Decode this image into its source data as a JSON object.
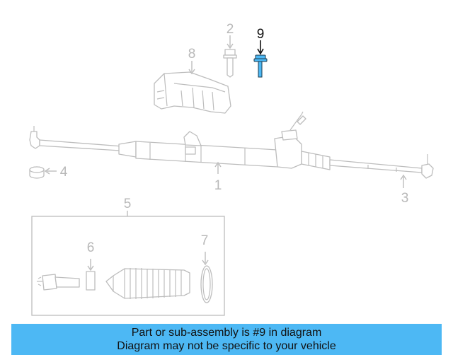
{
  "diagram": {
    "highlighted_part": "9",
    "callouts": [
      {
        "id": "1",
        "label": "1"
      },
      {
        "id": "2",
        "label": "2"
      },
      {
        "id": "3",
        "label": "3"
      },
      {
        "id": "4",
        "label": "4"
      },
      {
        "id": "5",
        "label": "5"
      },
      {
        "id": "6",
        "label": "6"
      },
      {
        "id": "7",
        "label": "7"
      },
      {
        "id": "8",
        "label": "8"
      },
      {
        "id": "9",
        "label": "9"
      }
    ],
    "colors": {
      "highlight_part": "#4db8f4",
      "banner_background": "#4db8f4",
      "inactive_line": "#bdbdbd"
    }
  },
  "banner": {
    "line1": "Part or sub-assembly is #9 in diagram",
    "line2": "Diagram may not be specific to your vehicle"
  }
}
